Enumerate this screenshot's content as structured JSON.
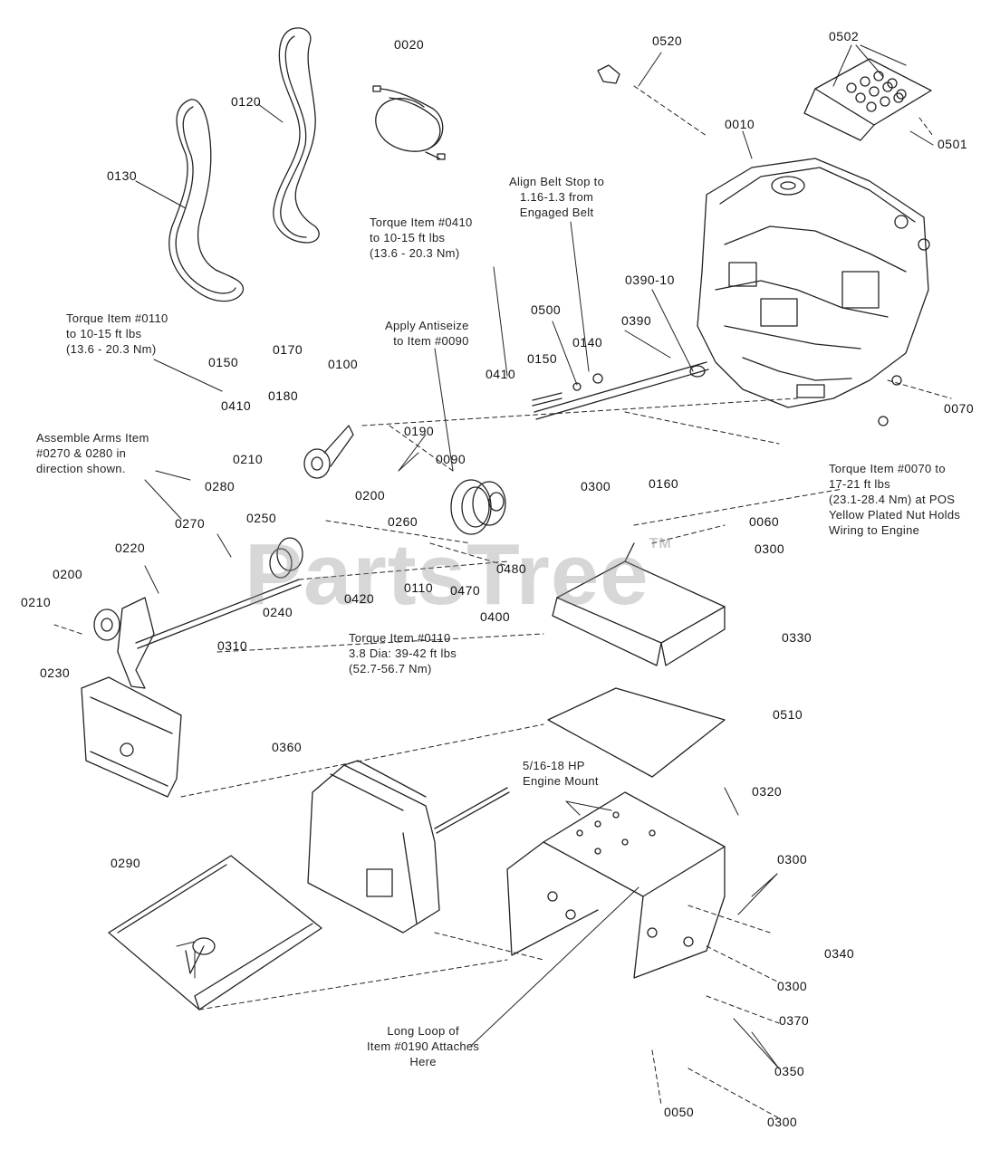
{
  "watermark": "PartsTree",
  "trademark": "TM",
  "part_labels": {
    "p0020": "0020",
    "p0520": "0520",
    "p0502": "0502",
    "p0120": "0120",
    "p0010": "0010",
    "p0501": "0501",
    "p0130": "0130",
    "p0390_10": "0390-10",
    "p0500": "0500",
    "p0390": "0390",
    "p0140": "0140",
    "p0150a": "0150",
    "p0410a": "0410",
    "p0170": "0170",
    "p0100": "0100",
    "p0150b": "0150",
    "p0410b": "0410",
    "p0180": "0180",
    "p0070": "0070",
    "p0190": "0190",
    "p0210a": "0210",
    "p0090": "0090",
    "p0160": "0160",
    "p0280": "0280",
    "p0200a": "0200",
    "p0300a": "0300",
    "p0060": "0060",
    "p0270": "0270",
    "p0250": "0250",
    "p0260": "0260",
    "p0300b": "0300",
    "p0220": "0220",
    "p0480": "0480",
    "p0200b": "0200",
    "p0420": "0420",
    "p0110": "0110",
    "p0470": "0470",
    "p0210b": "0210",
    "p0240": "0240",
    "p0400": "0400",
    "p0330": "0330",
    "p0310": "0310",
    "p0230": "0230",
    "p0510": "0510",
    "p0360": "0360",
    "p0320": "0320",
    "p0290": "0290",
    "p0300c": "0300",
    "p0340": "0340",
    "p0300d": "0300",
    "p0370": "0370",
    "p0350": "0350",
    "p0050": "0050",
    "p0300e": "0300"
  },
  "notes": {
    "align_belt_stop": [
      "Align Belt Stop to",
      "1.16-1.3 from",
      "Engaged Belt"
    ],
    "torque_0410": [
      "Torque Item #0410",
      "to 10-15 ft lbs",
      "(13.6 - 20.3 Nm)"
    ],
    "torque_0110_top": [
      "Torque Item #0110",
      "to 10-15 ft lbs",
      "(13.6 - 20.3 Nm)"
    ],
    "apply_antiseize": [
      "Apply Antiseize",
      "to Item #0090"
    ],
    "assemble": [
      "Assemble Arms Item",
      "#0270 & 0280 in",
      "direction shown."
    ],
    "torque_0070": [
      "Torque Item #0070 to",
      "17-21 ft lbs",
      "(23.1-28.4 Nm) at POS",
      "Yellow Plated Nut Holds",
      "Wiring to Engine"
    ],
    "torque_0110_mid": [
      "Torque Item #0110",
      "3.8 Dia: 39-42 ft lbs",
      "(52.7-56.7 Nm)"
    ],
    "engine_mount": [
      "5/16-18 HP",
      "Engine Mount"
    ],
    "long_loop": [
      "Long Loop of",
      "Item #0190 Attaches",
      "Here"
    ]
  }
}
